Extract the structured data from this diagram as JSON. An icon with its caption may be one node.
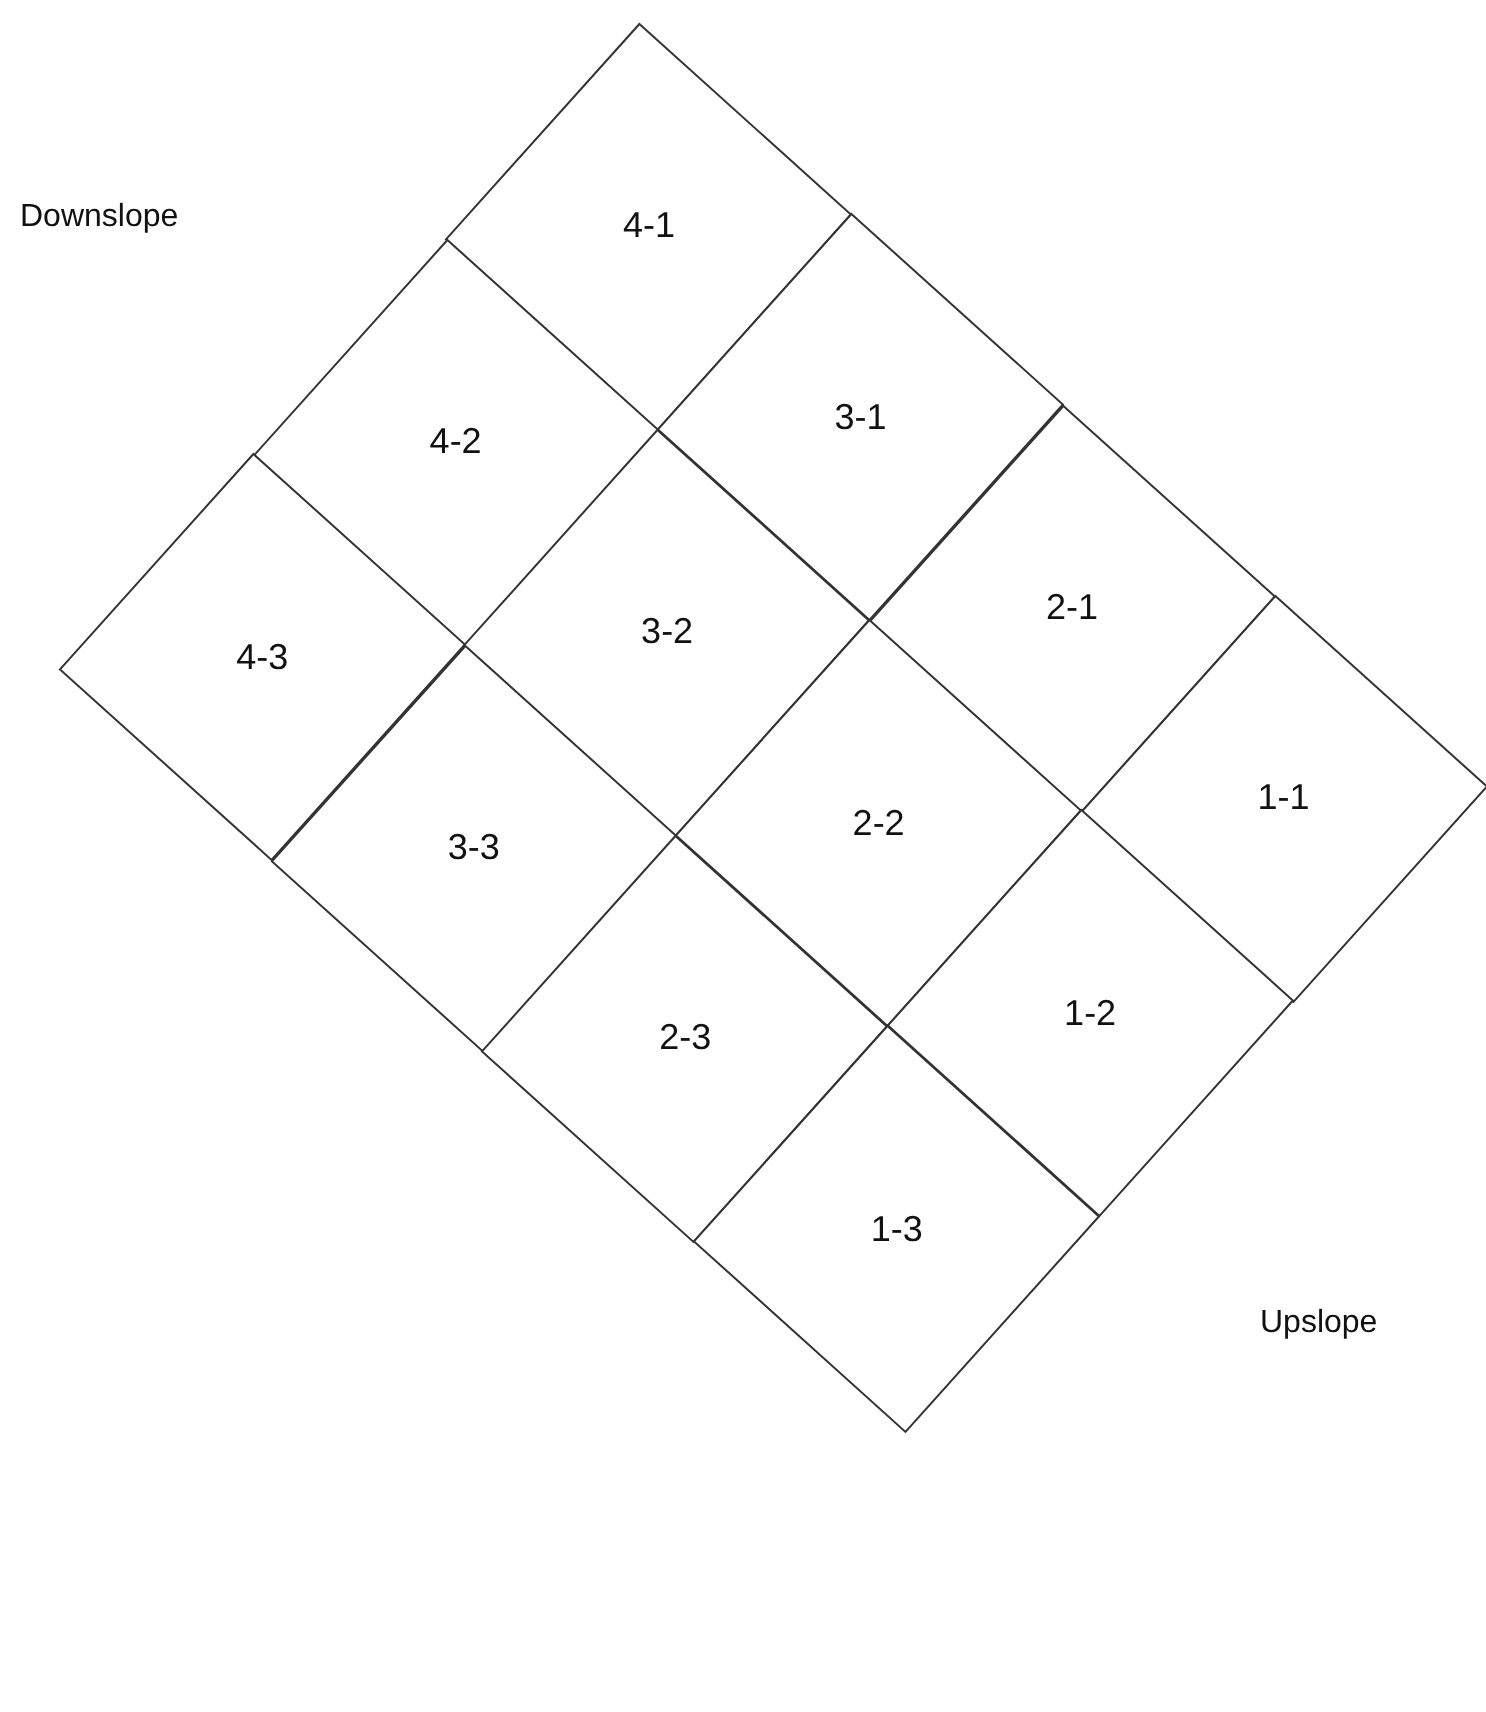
{
  "diagram": {
    "nodes": [
      {
        "text": [
          "4-1"
        ]
      },
      {
        "text": [
          "4-2"
        ]
      },
      {
        "text": [
          "3-1"
        ]
      },
      {
        "text": [
          "4-3"
        ]
      },
      {
        "text": [
          "3-2"
        ]
      },
      {
        "text": [
          "2-1"
        ]
      },
      {
        "text": [
          "3-3"
        ]
      },
      {
        "text": [
          "2-2"
        ]
      },
      {
        "text": [
          "1-1"
        ]
      },
      {
        "text": [
          "2-3"
        ]
      },
      {
        "text": [
          "1-2"
        ]
      },
      {
        "text": [
          "1-3"
        ]
      }
    ],
    "labels": [
      "Downslope",
      "Upslope"
    ]
  }
}
